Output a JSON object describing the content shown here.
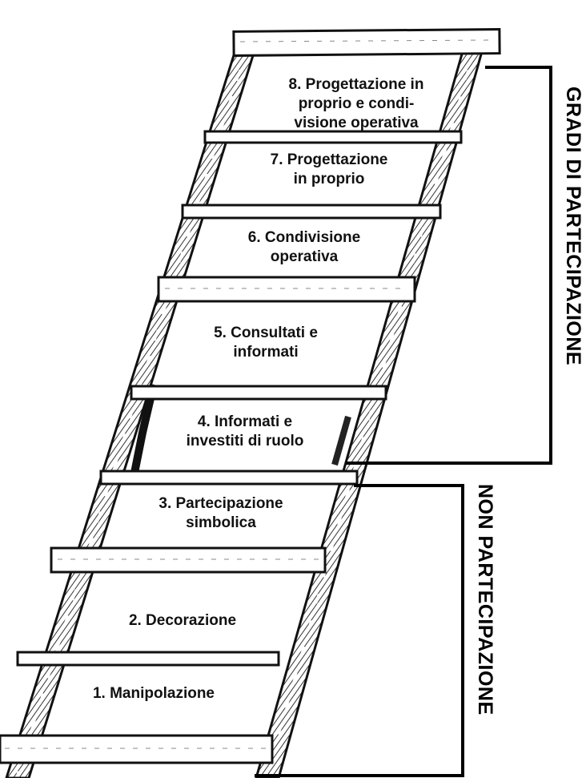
{
  "diagram": {
    "steps": [
      {
        "number": 8,
        "label": "8. Progettazione in\nproprio e condi-\nvisione operativa"
      },
      {
        "number": 7,
        "label": "7. Progettazione\nin proprio"
      },
      {
        "number": 6,
        "label": "6. Condivisione\noperativa"
      },
      {
        "number": 5,
        "label": "5. Consultati e\ninformati"
      },
      {
        "number": 4,
        "label": "4. Informati e\ninvestiti di ruolo"
      },
      {
        "number": 3,
        "label": "3. Partecipazione\nsimbolica"
      },
      {
        "number": 2,
        "label": "2. Decorazione"
      },
      {
        "number": 1,
        "label": "1. Manipolazione"
      }
    ],
    "groups": {
      "participation": "GRADI DI PARTECIPAZIONE",
      "non_participation": "NON PARTECIPAZIONE"
    },
    "colors": {
      "ink": "#111111",
      "paper": "#ffffff",
      "rail_shade": "#555555"
    }
  }
}
